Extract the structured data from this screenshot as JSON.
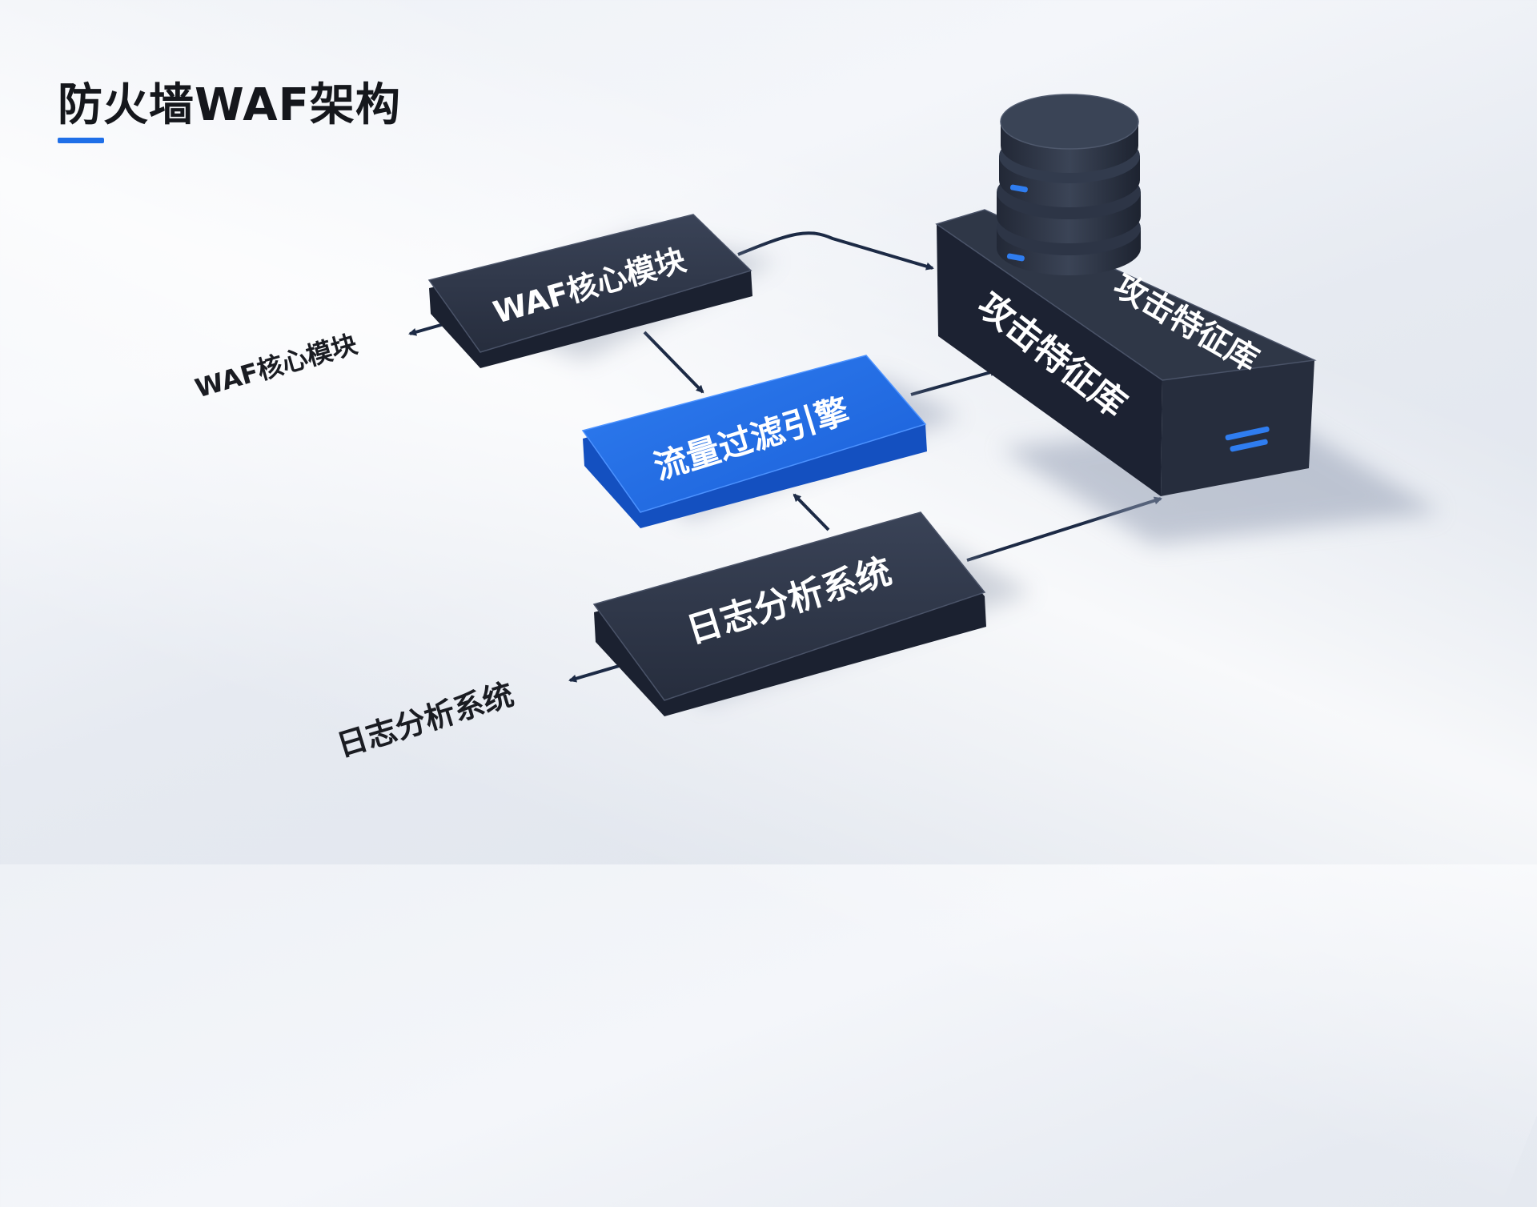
{
  "title": "防火墙WAF架构",
  "colors": {
    "accent": "#1f6fe8",
    "box_dark": "#2c3447",
    "box_blue": "#1f6fe8",
    "arrow": "#1c2a45"
  },
  "nodes": {
    "waf_core": {
      "label": "WAF核心模块"
    },
    "traffic_filter": {
      "label": "流量过滤引擎"
    },
    "log_analysis": {
      "label": "日志分析系统"
    },
    "attack_db": {
      "label_front": "攻击特征库",
      "label_top": "攻击特征库"
    }
  },
  "external_labels": {
    "waf_core": "WAF核心模块",
    "log_analysis": "日志分析系统"
  }
}
